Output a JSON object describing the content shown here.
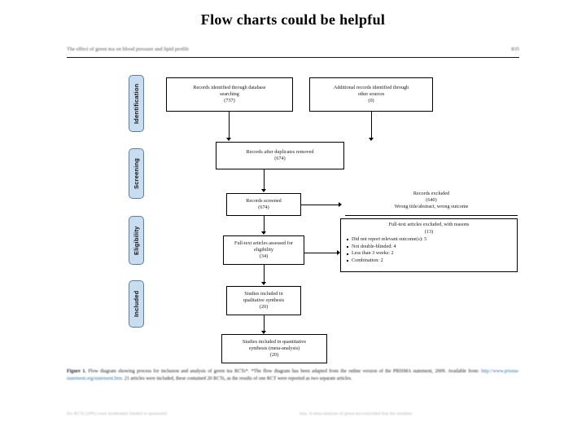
{
  "slide": {
    "title": "Flow charts could be helpful"
  },
  "article": {
    "running_head": "The effect of green tea on blood pressure and lipid profile",
    "page_number": "835"
  },
  "stages": [
    {
      "label": "Identification"
    },
    {
      "label": "Screening"
    },
    {
      "label": "Eligibility"
    },
    {
      "label": "Included"
    }
  ],
  "flowchart": {
    "boxes": {
      "database_records": {
        "line1": "Records identified through database",
        "line2": "searching",
        "count": "(737)"
      },
      "other_records": {
        "line1": "Additional records identified through",
        "line2": "other sources",
        "count": "(0)"
      },
      "duplicates_removed": {
        "line1": "Records after duplicates removed",
        "count": "(674)"
      },
      "records_screened": {
        "line1": "Records screened",
        "count": "(674)"
      },
      "records_excluded": {
        "line1": "Records excluded",
        "count": "(640)",
        "line2": "Wrong title/abstract, wrong outcome"
      },
      "fulltext_assessed": {
        "line1": "Full-text articles assessed for",
        "line2": "eligibility",
        "count": "(34)"
      },
      "fulltext_excluded": {
        "line1": "Full-text articles excluded, with reasons",
        "count": "(13)",
        "reasons": [
          "Did not report relevant outcome(s): 5",
          "Not double-blinded: 4",
          "Less than 3 weeks: 2",
          "Combination: 2"
        ]
      },
      "qualitative_synthesis": {
        "line1": "Studies included in",
        "line2": "qualitative synthesis",
        "count": "(20)"
      },
      "quantitative_synthesis": {
        "line1": "Studies included in quantitative",
        "line2": "synthesis (meta-analysis)",
        "count": "(20)"
      }
    }
  },
  "caption": {
    "label": "Figure 1.",
    "text_1": "Flow diagram showing process for inclusion and analysis of green tea RCTs*. *The flow diagram has been adapted from the online version of the PRISMA statement, 2009. Available from:",
    "link": "http://www.prisma-statement.org/statement.htm.",
    "text_2": "21 articles were included, these contained 20 RCTs, as the results of one RCT were reported as two separate articles."
  },
  "tail": {
    "left": "Six RCTs (29%) were moderately funded or sponsored",
    "right": "bias. A meta-analysis of green tea concluded that the resultant",
    "colors": {
      "accent": "#2f6fa5",
      "stage_fill": "#c9ddf0",
      "stage_border": "#5b7fa6"
    }
  }
}
